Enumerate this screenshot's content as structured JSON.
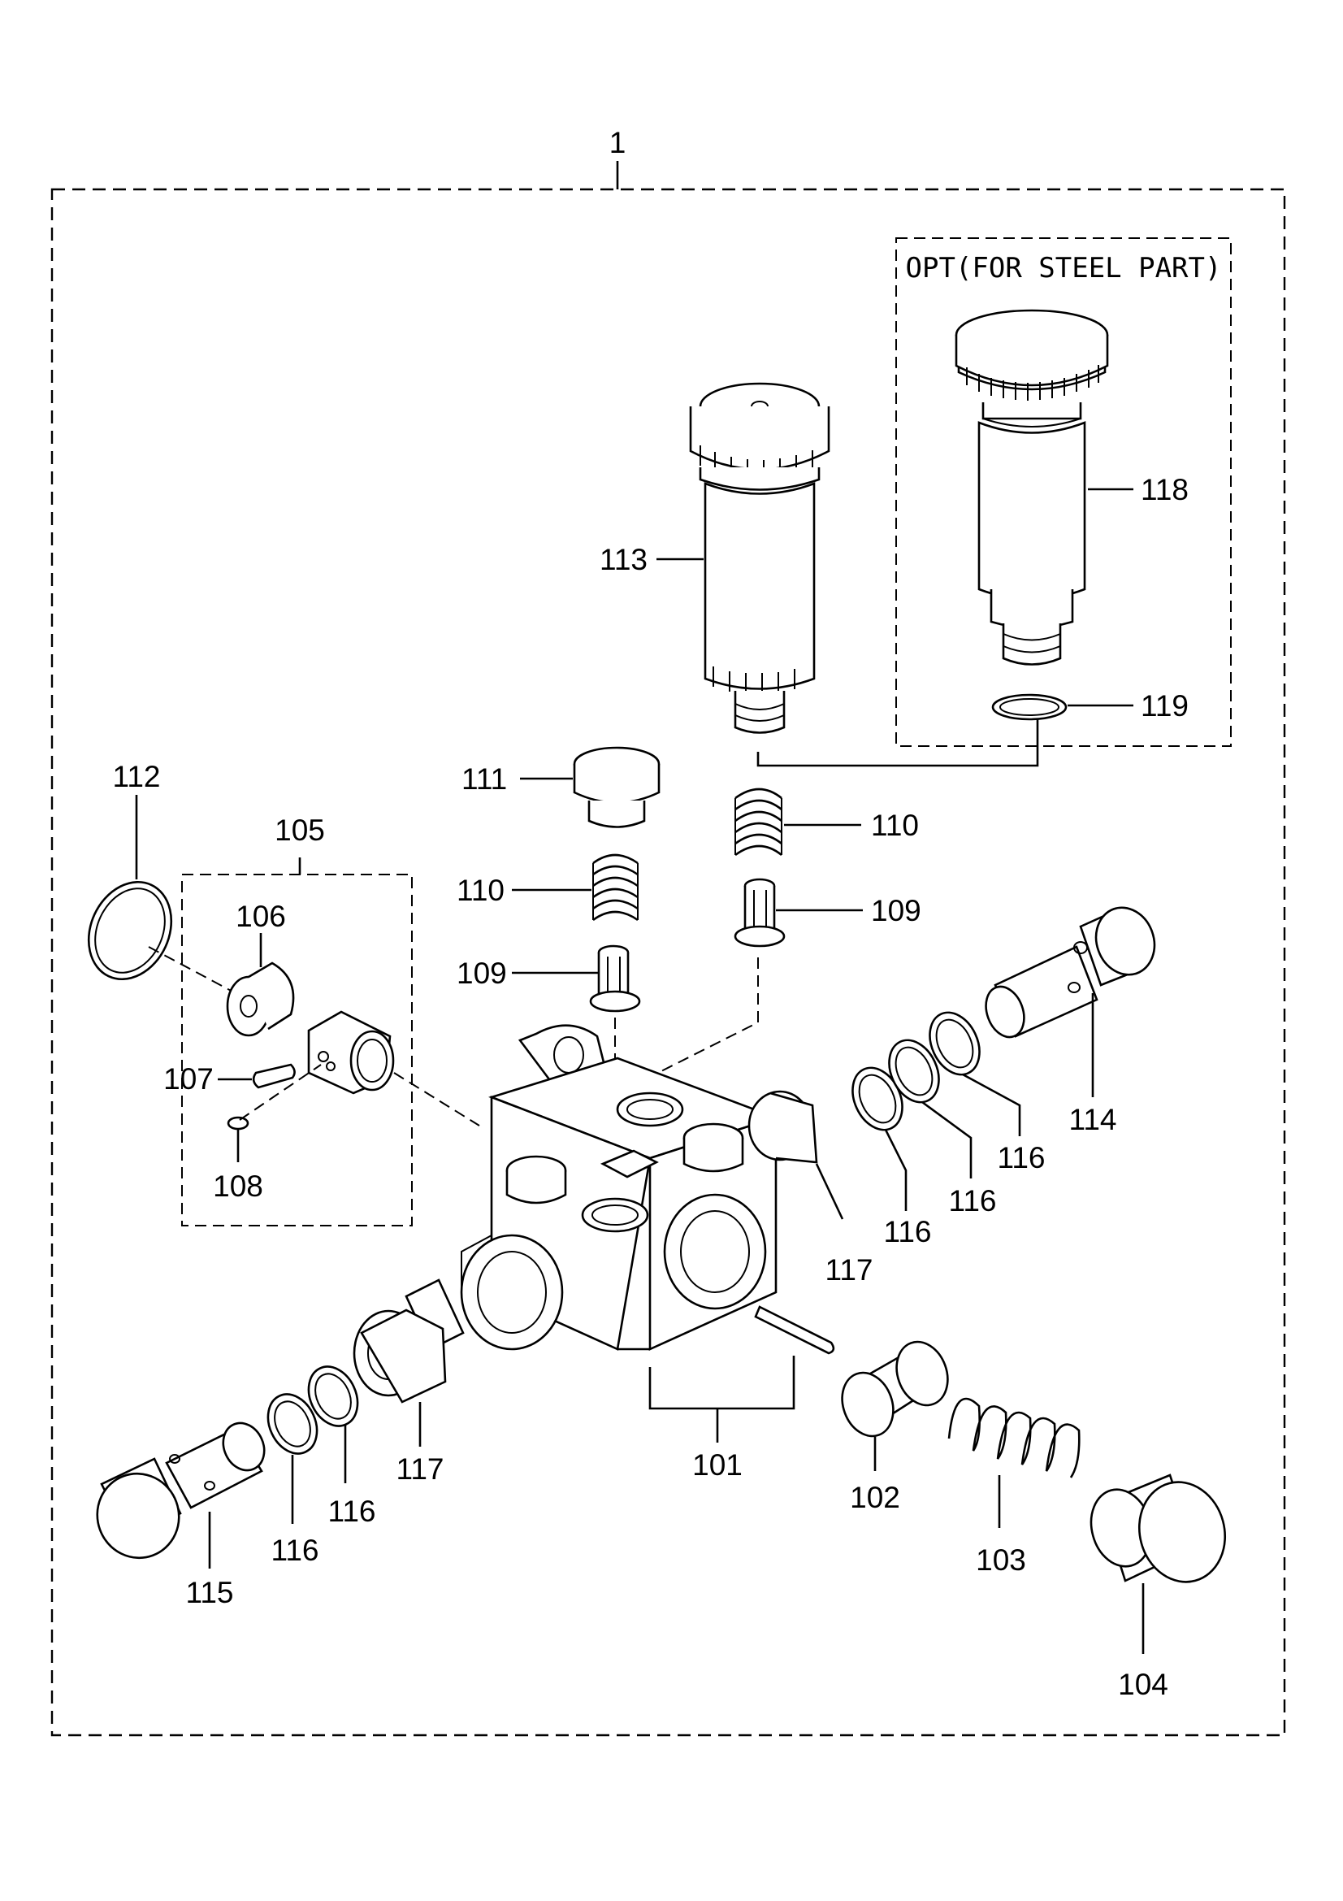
{
  "assembly": {
    "label": "1"
  },
  "option_box": {
    "title": "OPT(FOR STEEL PART)"
  },
  "kit": {
    "label": "105"
  },
  "callouts": {
    "c101": "101",
    "c102": "102",
    "c103": "103",
    "c104": "104",
    "c106": "106",
    "c107": "107",
    "c108": "108",
    "c109a": "109",
    "c109b": "109",
    "c110a": "110",
    "c110b": "110",
    "c111": "111",
    "c112": "112",
    "c113": "113",
    "c114": "114",
    "c115": "115",
    "c116a": "116",
    "c116b": "116",
    "c116c": "116",
    "c116d": "116",
    "c116e": "116",
    "c117a": "117",
    "c117b": "117",
    "c118": "118",
    "c119": "119"
  }
}
